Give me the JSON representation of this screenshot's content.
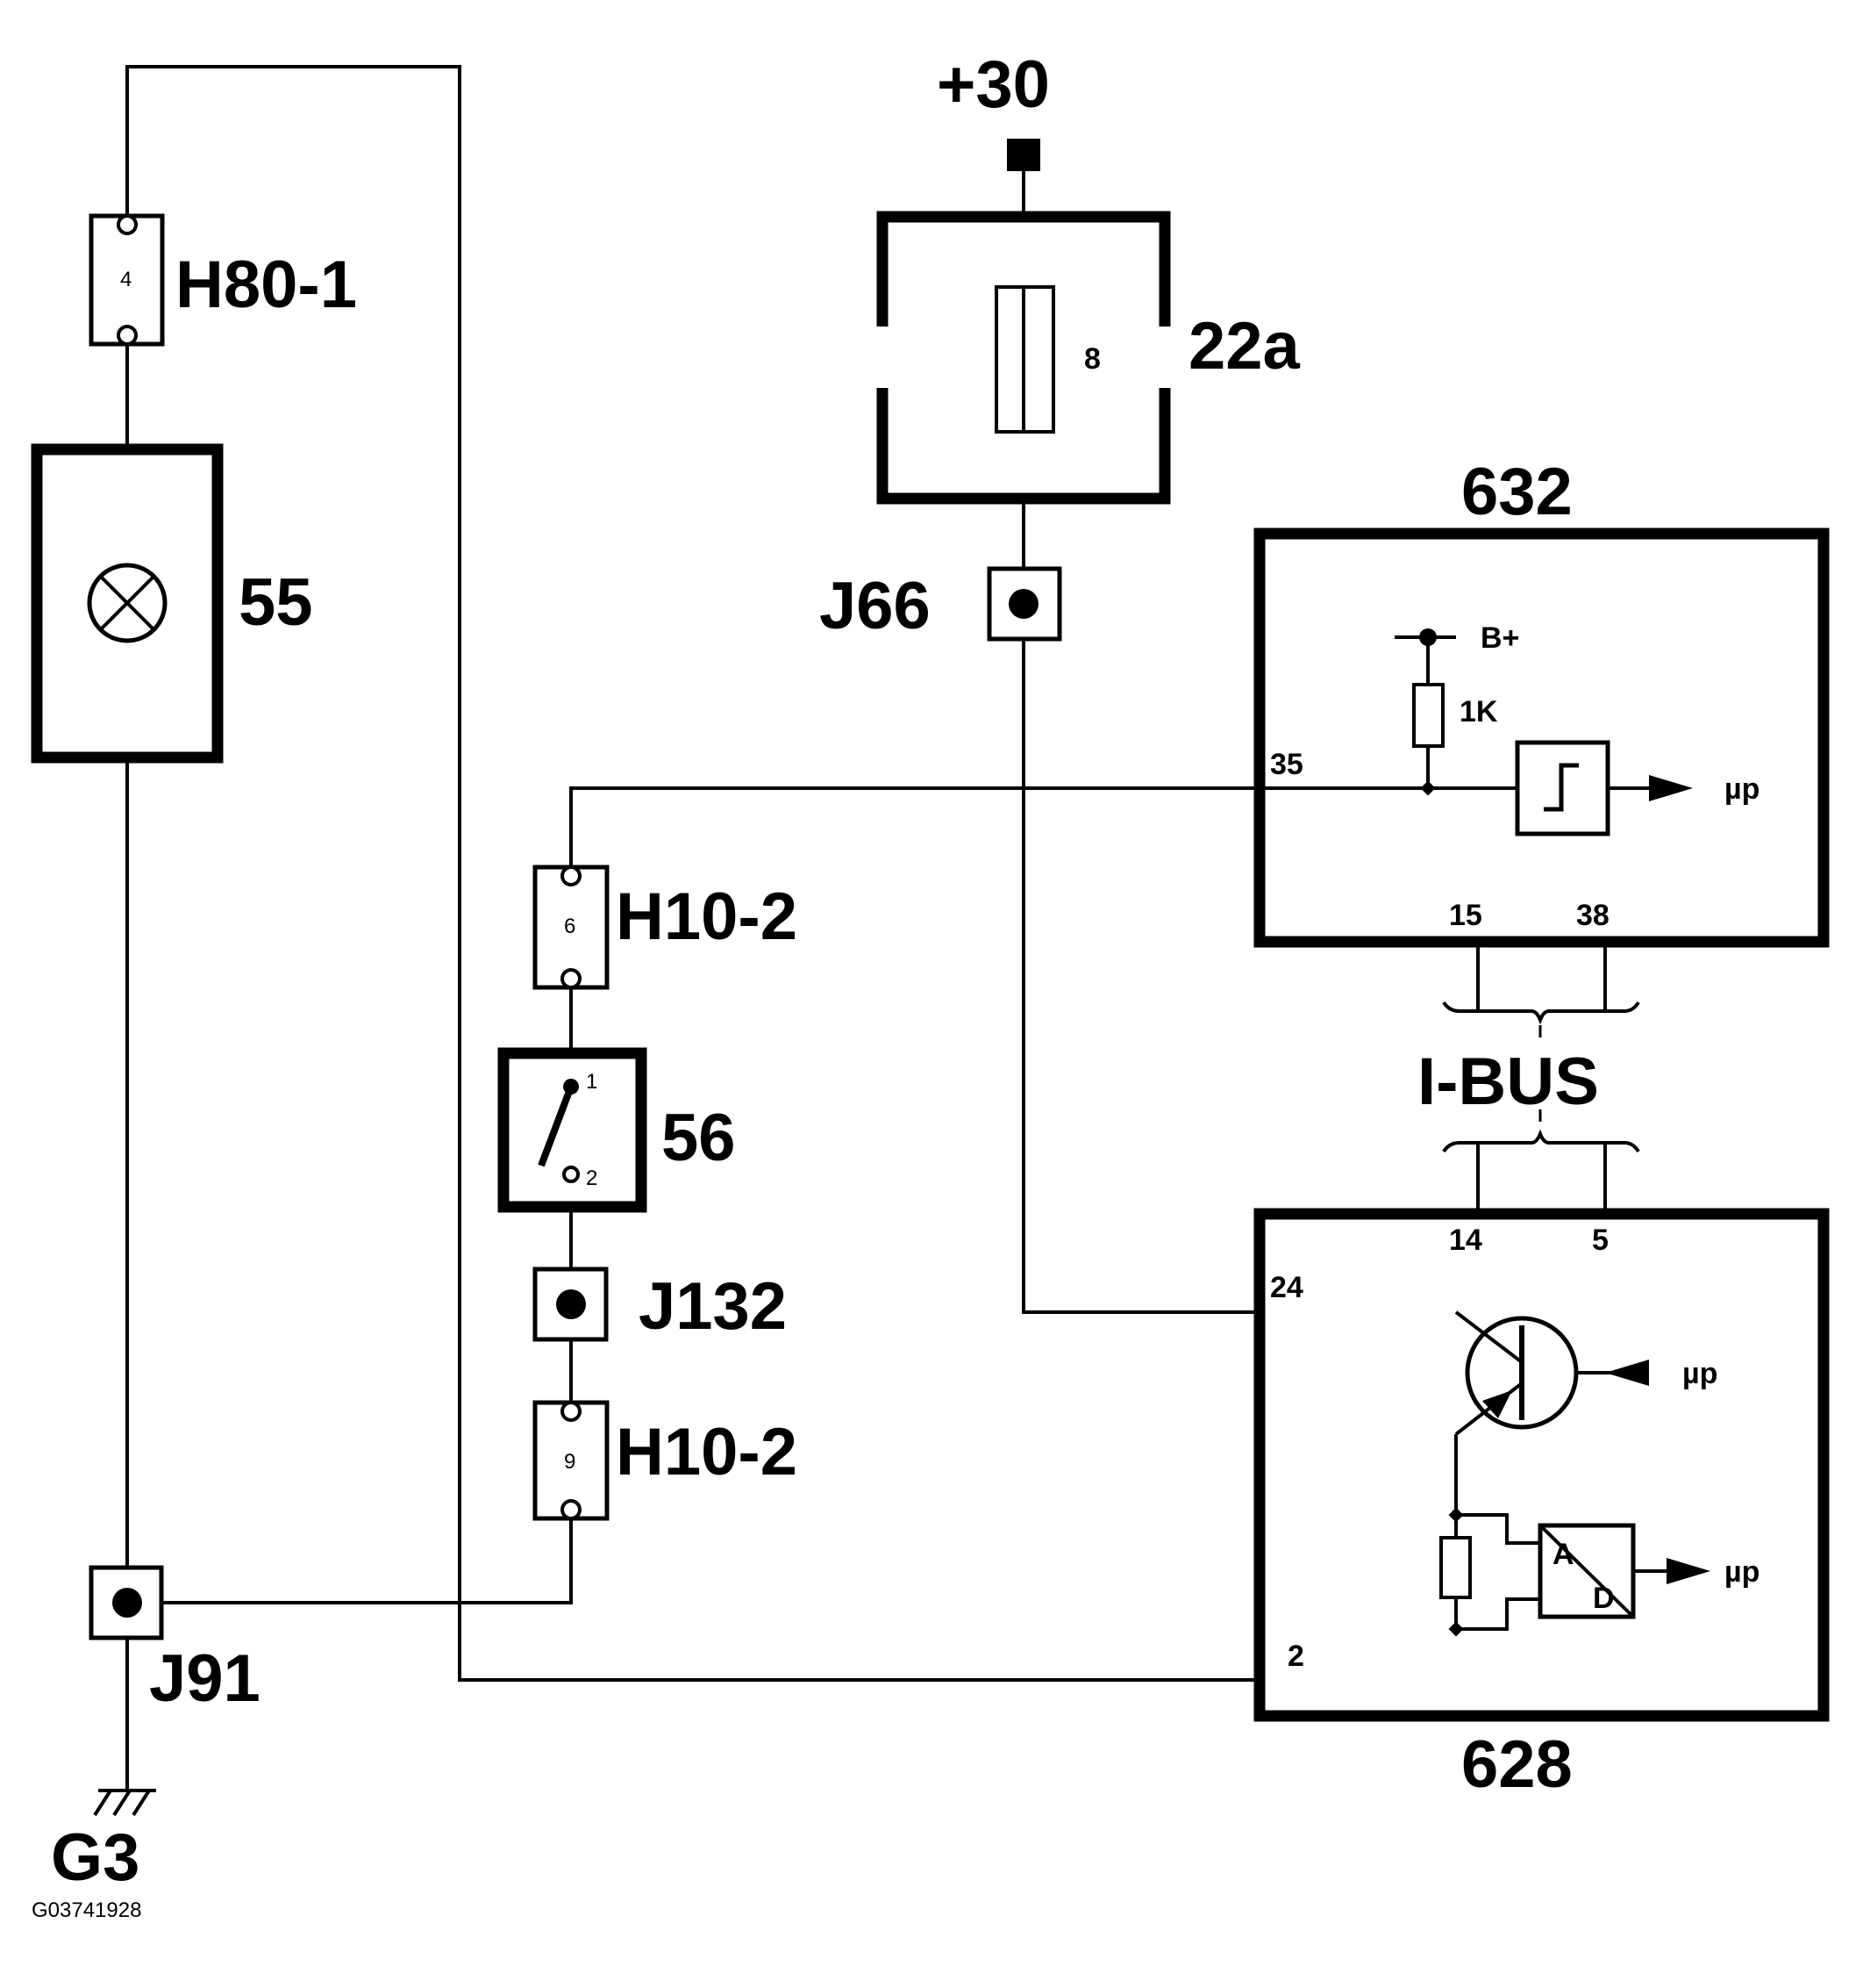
{
  "supply": {
    "label": "+30"
  },
  "fuse": {
    "id": "22a",
    "number": "8"
  },
  "splices": {
    "j66": "J66",
    "j91": "J91",
    "j132": "J132"
  },
  "connectors": {
    "h80": {
      "id": "H80-1",
      "pin": "4"
    },
    "h10_top": {
      "id": "H10-2",
      "pin": "6"
    },
    "h10_bottom": {
      "id": "H10-2",
      "pin": "9"
    }
  },
  "lamp": {
    "id": "55"
  },
  "switch": {
    "id": "56",
    "pin1": "1",
    "pin2": "2"
  },
  "module_632": {
    "id": "632",
    "bplus": "B+",
    "resistor": "1K",
    "pin_in": "35",
    "pin_a": "15",
    "pin_b": "38",
    "output": "µp"
  },
  "bus": {
    "label": "I-BUS"
  },
  "module_628": {
    "id": "628",
    "pin_a": "14",
    "pin_b": "5",
    "pin_supply": "24",
    "pin_ground": "2",
    "adc_a": "A",
    "adc_d": "D",
    "output_transistor": "µp",
    "output_adc": "µp"
  },
  "ground": {
    "id": "G3"
  },
  "figure_code": "G03741928"
}
